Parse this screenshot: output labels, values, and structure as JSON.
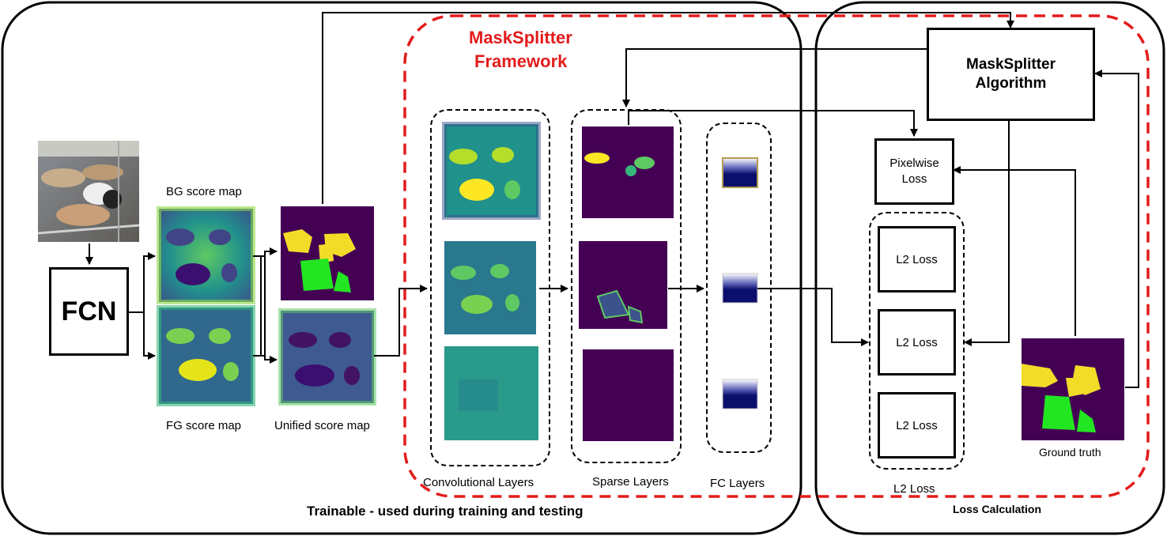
{
  "input_image": {
    "alt": "input photo of cows"
  },
  "fcn": {
    "label": "FCN"
  },
  "score_maps": {
    "bg_label": "BG score map",
    "fg_label": "FG score map",
    "unified_label": "Unified score map"
  },
  "framework": {
    "title_line1": "MaskSplitter",
    "title_line2": "Framework",
    "conv_label": "Convolutional Layers",
    "sparse_label": "Sparse Layers",
    "fc_label": "FC Layers"
  },
  "trainable": {
    "label": "Trainable - used during training and testing"
  },
  "loss": {
    "algorithm_line1": "MaskSplitter",
    "algorithm_line2": "Algorithm",
    "pixelwise_line1": "Pixelwise",
    "pixelwise_line2": "Loss",
    "l2_items": [
      "L2 Loss",
      "L2 Loss",
      "L2 Loss"
    ],
    "l2_group_label": "L2 Loss",
    "ground_truth_label": "Ground truth",
    "section_label": "Loss Calculation"
  },
  "colors": {
    "framework_dash": "#e31b1b",
    "viridis_dark": "#440154",
    "viridis_yellow": "#fde725",
    "mask_yellow": "#f2dc28",
    "mask_green": "#22e622",
    "fc_navy": "#0b0e6b"
  }
}
